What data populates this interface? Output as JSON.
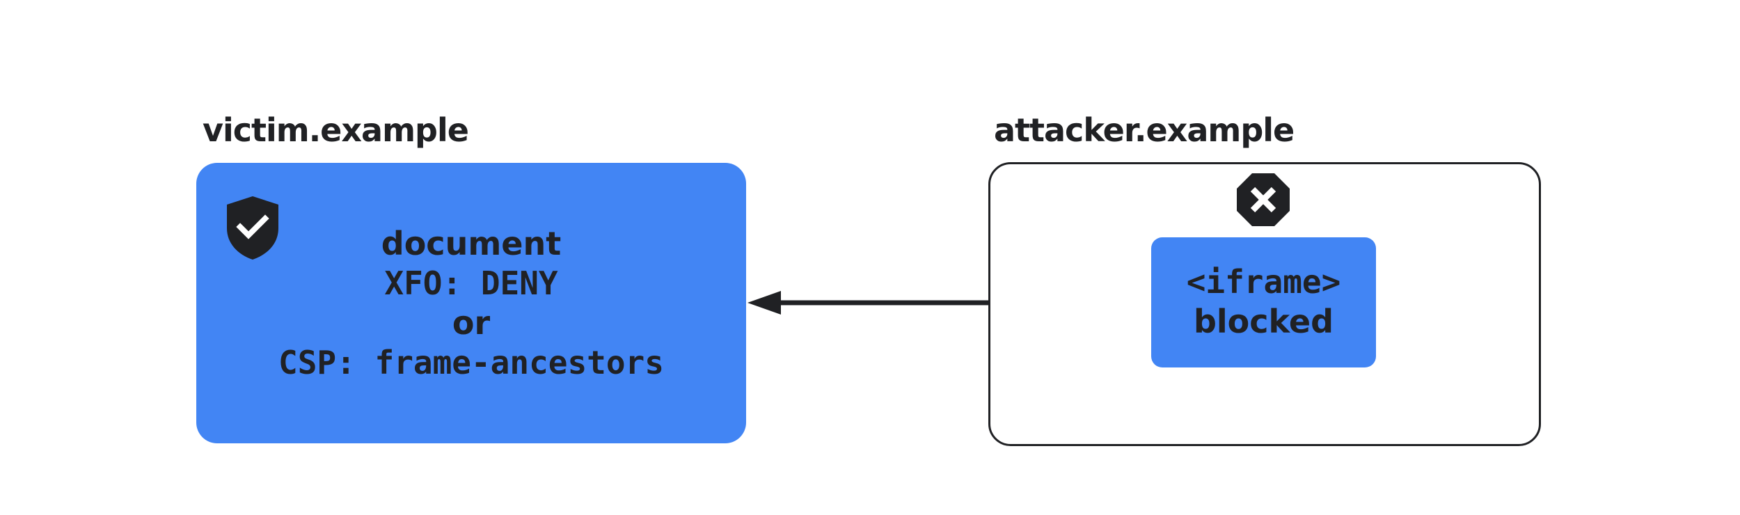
{
  "victim": {
    "label": "victim.example",
    "lines": [
      "document",
      "XFO: DENY",
      "or",
      "CSP: frame-ancestors"
    ],
    "icon": "shield-check-icon"
  },
  "attacker": {
    "label": "attacker.example",
    "iframe_lines": [
      "<iframe>",
      "blocked"
    ],
    "icon": "blocked-x-icon"
  },
  "colors": {
    "box_fill": "#4285f4",
    "ink": "#202124",
    "background": "#ffffff"
  }
}
